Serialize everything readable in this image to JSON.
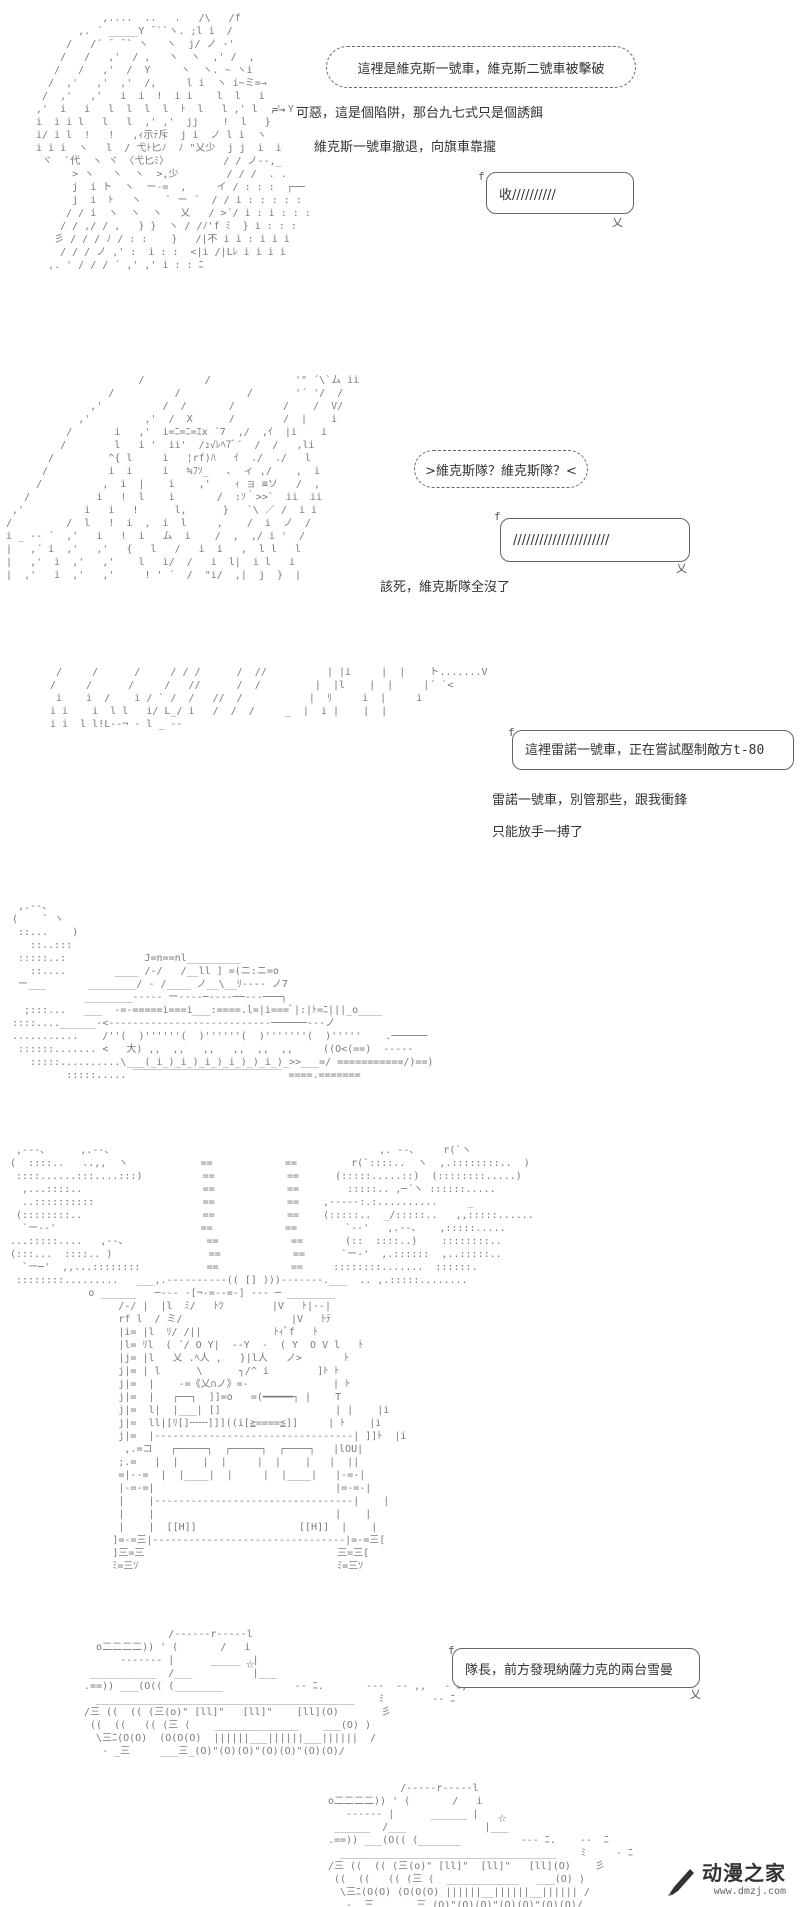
{
  "panel1": {
    "burst": "這裡是維克斯一號車，維克斯二號車被擊破",
    "line1": "可惡，這是個陷阱，那台九七式只是個誘餌",
    "line2": "維克斯一號車撤退，向旗車靠攏",
    "bubble": "收//////////"
  },
  "panel2": {
    "burst": ">維克斯隊？維克斯隊？<",
    "bubble": "//////////////////////",
    "line1": "該死，維克斯隊全沒了"
  },
  "panel3": {
    "bubble": "這裡雷諾一號車，正在嘗試壓制敵方t-80",
    "line1": "雷諾一號車，別管那些，跟我衝鋒",
    "line2": "只能放手一搏了"
  },
  "panel6": {
    "bubble": "隊長，前方發現納薩力克的兩台雪曼",
    "star": "☆"
  },
  "watermark": {
    "name": "动漫之家",
    "url": "www.dmzj.com",
    "color": "#333333"
  }
}
